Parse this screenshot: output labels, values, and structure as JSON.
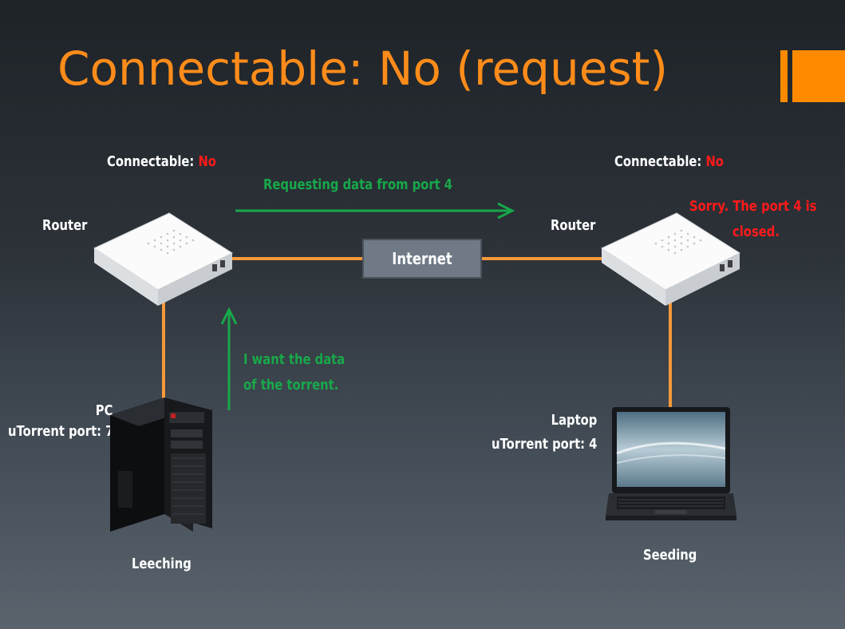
{
  "title": "Connectable: No (request)",
  "colors": {
    "title": "#ff8c1a",
    "accent": "#ff8a00",
    "wire": "#f5993a",
    "no": "#ff1a1a",
    "message": "#18a84a"
  },
  "left": {
    "connectable_label": "Connectable:",
    "connectable_value": "No",
    "router_label": "Router",
    "device_name": "PC",
    "device_port": "uTorrent port: 7",
    "role": "Leeching",
    "icons": {
      "router": "router-icon",
      "device": "desktop-pc-icon"
    }
  },
  "right": {
    "connectable_label": "Connectable:",
    "connectable_value": "No",
    "router_label": "Router",
    "device_name": "Laptop",
    "device_port": "uTorrent port: 4",
    "role": "Seeding",
    "icons": {
      "router": "router-icon",
      "device": "laptop-icon"
    }
  },
  "internet_label": "Internet",
  "messages": {
    "request": "Requesting data from port 4",
    "want_line1": "I want the data",
    "want_line2": "of the torrent.",
    "reply_line1": "Sorry. The port 4 is",
    "reply_line2": "closed."
  }
}
